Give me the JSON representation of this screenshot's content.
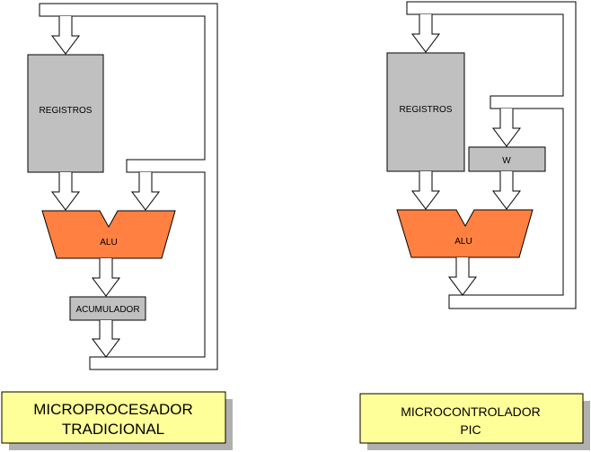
{
  "left": {
    "registers_label": "REGISTROS",
    "alu_label": "ALU",
    "accumulator_label": "ACUMULADOR",
    "caption_line1": "MICROPROCESADOR",
    "caption_line2": "TRADICIONAL"
  },
  "right": {
    "registers_label": "REGISTROS",
    "w_label": "W",
    "alu_label": "ALU",
    "caption_line1": "MICROCONTROLADOR",
    "caption_line2": "PIC"
  },
  "colors": {
    "block_fill": "#c0c0c0",
    "alu_fill": "#ff8040",
    "caption_fill": "#ffff99",
    "shadow": "#b0b0b0",
    "line": "#000000"
  }
}
